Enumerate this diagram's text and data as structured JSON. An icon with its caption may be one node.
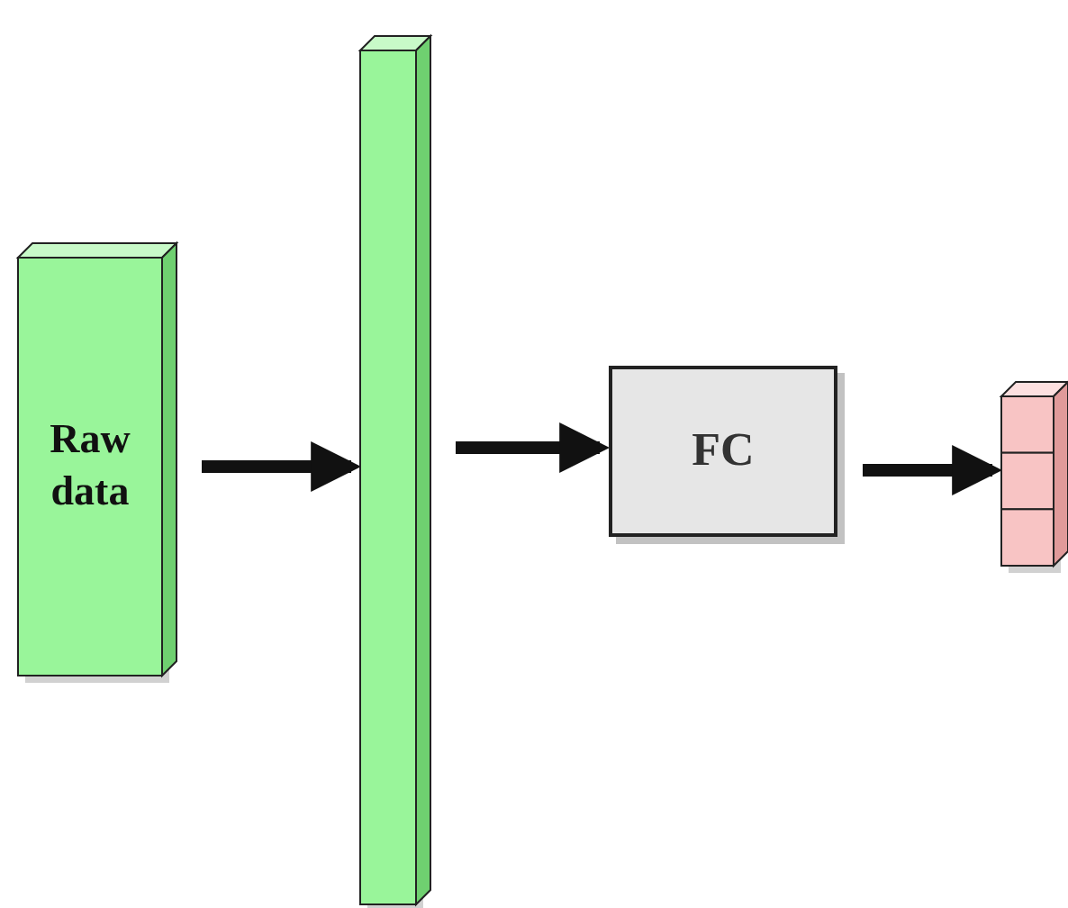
{
  "diagram": {
    "nodes": [
      {
        "text": [
          "Raw data"
        ]
      },
      {
        "text": [],
        "shape": "bar"
      },
      {
        "text": [
          "FC"
        ]
      },
      {
        "text": [],
        "shape": "box"
      }
    ],
    "edges": [
      {
        "from": 0,
        "to": 1,
        "arrow": "to"
      },
      {
        "from": 1,
        "to": 2,
        "arrow": "to"
      },
      {
        "from": 2,
        "to": 3,
        "arrow": "to"
      }
    ]
  }
}
